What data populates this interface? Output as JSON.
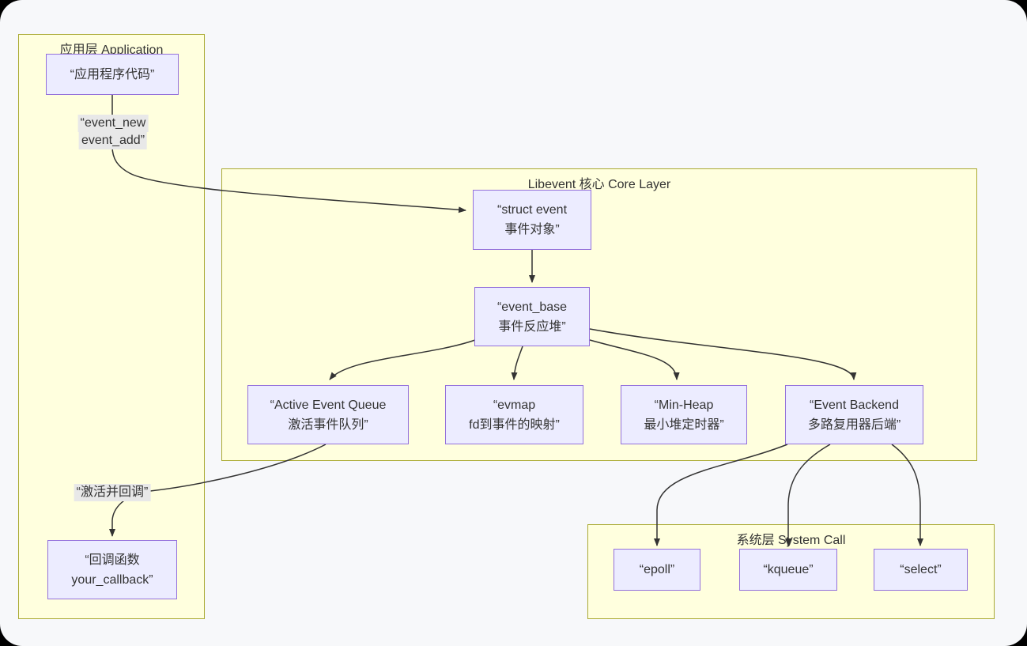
{
  "colors": {
    "canvas_bg": "#f7f8fa",
    "outer_bg": "#000000",
    "cluster_fill": "#ffffde",
    "cluster_border": "#aaaa33",
    "node_fill": "#ececff",
    "node_border": "#9370db",
    "edge_color": "#333333",
    "label_bg": "#e8e8e8",
    "text_color": "#333333"
  },
  "clusters": {
    "application": {
      "title": "应用层 Application"
    },
    "core": {
      "title": "Libevent 核心 Core Layer"
    },
    "system": {
      "title": "系统层 System Call"
    }
  },
  "nodes": {
    "app_code": {
      "lines": [
        "“应用程序代码”"
      ]
    },
    "struct_event": {
      "lines": [
        "“struct event",
        "事件对象”"
      ]
    },
    "event_base": {
      "lines": [
        "“event_base",
        "事件反应堆”"
      ]
    },
    "active_queue": {
      "lines": [
        "“Active Event Queue",
        "激活事件队列”"
      ]
    },
    "evmap": {
      "lines": [
        "“evmap",
        "fd到事件的映射”"
      ]
    },
    "min_heap": {
      "lines": [
        "“Min-Heap",
        "最小堆定时器”"
      ]
    },
    "backend": {
      "lines": [
        "“Event Backend",
        "多路复用器后端”"
      ]
    },
    "callback": {
      "lines": [
        "“回调函数",
        "your_callback”"
      ]
    },
    "epoll": {
      "lines": [
        "“epoll”"
      ]
    },
    "kqueue": {
      "lines": [
        "“kqueue”"
      ]
    },
    "select": {
      "lines": [
        "“select”"
      ]
    }
  },
  "edge_labels": {
    "event_new": {
      "lines": [
        "“event_new",
        "event_add”"
      ]
    },
    "activate": {
      "lines": [
        "“激活并回调”"
      ]
    }
  }
}
